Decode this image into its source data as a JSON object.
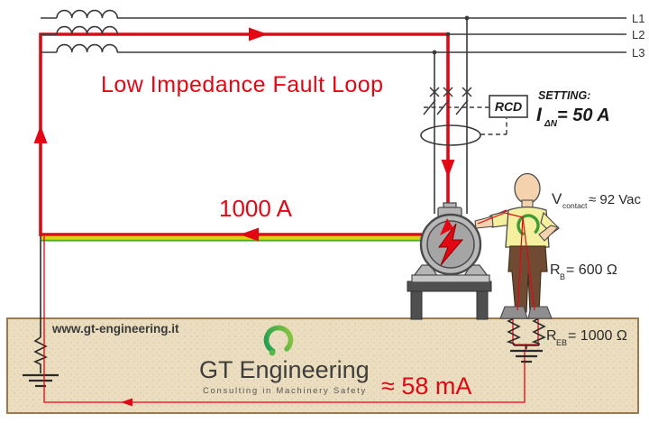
{
  "title": "Low Impedance Fault Loop",
  "phases": {
    "l1": "L1",
    "l2": "L2",
    "l3": "L3"
  },
  "fault_current": "1000 A",
  "body_current": "≈ 58 mA",
  "rcd": {
    "label": "RCD",
    "setting_title": "SETTING:",
    "symbol": "I",
    "subscript": "ΔN",
    "value": "= 50 A"
  },
  "contact_voltage": {
    "symbol": "V",
    "subscript": "contact",
    "value": "≈ 92 Vac"
  },
  "body_resistance": {
    "symbol": "R",
    "subscript": "B",
    "value": "= 600 Ω"
  },
  "earth_resistance": {
    "symbol": "R",
    "subscript": "EB",
    "value": "= 1000 Ω"
  },
  "branding": {
    "website": "www.gt-engineering.it",
    "company": "GT Engineering",
    "tagline": "Consulting in Machinery Safety"
  },
  "colors": {
    "fault_red": "#e30613",
    "line_dark": "#3a3a3a",
    "pe_yellow": "#d6d600",
    "pe_green": "#53a829",
    "ground_tan": "#ebdec0",
    "logo_green_dark": "#129b53",
    "logo_green_light": "#94c83d"
  }
}
